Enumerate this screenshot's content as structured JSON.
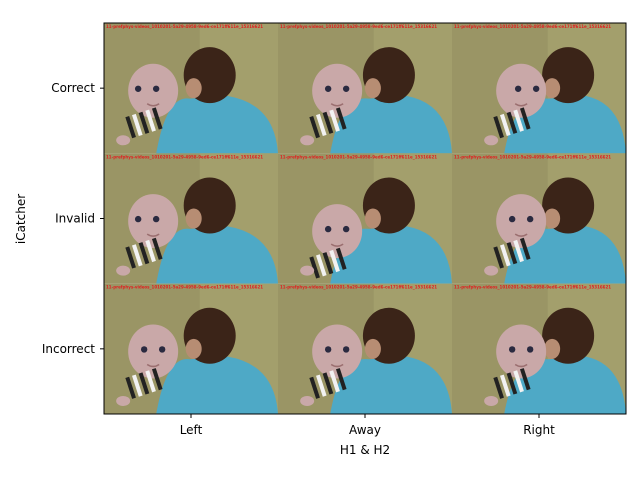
{
  "chart_data": {
    "type": "image-grid",
    "xlabel": "H1 & H2",
    "ylabel": "iCatcher",
    "x_categories": [
      "Left",
      "Away",
      "Right"
    ],
    "y_categories": [
      "Correct",
      "Invalid",
      "Incorrect"
    ],
    "watermark": "11-prefphys-videos_1010201-5a29-4958-9ed6-ce171ff611e_15316621",
    "cells": [
      {
        "row": "Correct",
        "col": "Left",
        "gaze": "left"
      },
      {
        "row": "Correct",
        "col": "Away",
        "gaze": "away"
      },
      {
        "row": "Correct",
        "col": "Right",
        "gaze": "right"
      },
      {
        "row": "Invalid",
        "col": "Left",
        "gaze": "left"
      },
      {
        "row": "Invalid",
        "col": "Away",
        "gaze": "down"
      },
      {
        "row": "Invalid",
        "col": "Right",
        "gaze": "center"
      },
      {
        "row": "Incorrect",
        "col": "Left",
        "gaze": "center"
      },
      {
        "row": "Incorrect",
        "col": "Away",
        "gaze": "center"
      },
      {
        "row": "Incorrect",
        "col": "Right",
        "gaze": "center"
      }
    ],
    "grid": false
  },
  "colors": {
    "wall": "#9a9565",
    "wall_light": "#aaa772",
    "shirt": "#4ea9c6",
    "hair": "#3b2418",
    "baby_skin": "#c9a8a8",
    "watermark": "#e02020"
  }
}
